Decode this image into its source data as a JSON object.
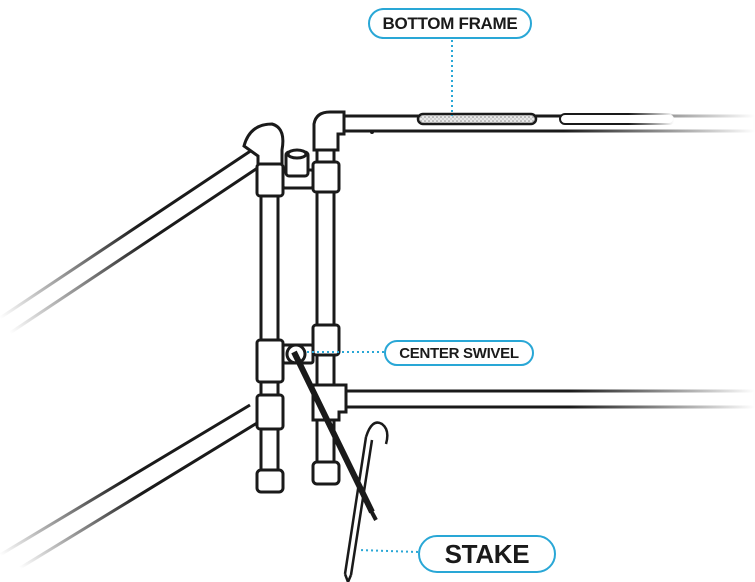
{
  "labels": {
    "bottom_frame": "BOTTOM FRAME",
    "center_swivel": "CENTER SWIVEL",
    "stake": "STAKE"
  },
  "colors": {
    "accent": "#29a7d6",
    "outline": "#1a1a1a",
    "background": "#ffffff"
  },
  "components": [
    "bottom-frame-pipe",
    "center-swivel-joint",
    "ground-stake",
    "elbow-fittings",
    "tee-fittings",
    "vertical-posts",
    "diagonal-pipes"
  ]
}
